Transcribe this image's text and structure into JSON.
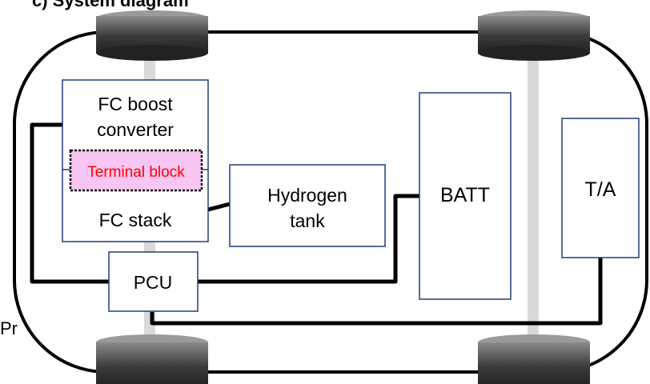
{
  "header": {
    "fragment": "c)  System diagram"
  },
  "components": {
    "fc_boost_converter": {
      "line1": "FC boost",
      "line2": "converter"
    },
    "terminal_block": {
      "label": "Terminal block"
    },
    "fc_stack": {
      "label": "FC stack"
    },
    "hydrogen_tank": {
      "line1": "Hydrogen",
      "line2": "tank"
    },
    "batt": {
      "label": "BATT"
    },
    "ta": {
      "label": "T/A"
    },
    "pcu": {
      "label": "PCU"
    }
  },
  "side_fragment": "Pr",
  "colors": {
    "box_border": "#1f3f7a",
    "terminal_fill": "#f7c6f2",
    "terminal_text": "#ff0000",
    "wire": "#000000",
    "axle": "#d9d9d9",
    "wheel": "#3a3a3a"
  },
  "icons": {
    "wheel": "wheel-icon"
  }
}
